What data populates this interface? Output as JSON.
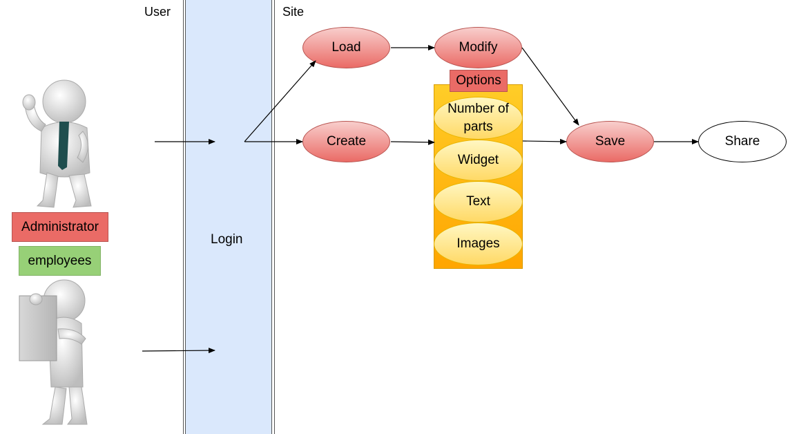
{
  "lanes": {
    "user": "User",
    "site": "Site"
  },
  "actors": {
    "admin_label": "Administrator",
    "employees_label": "employees",
    "admin_color": "#ea6b66",
    "employees_color": "#97d077"
  },
  "login": "Login",
  "nodes": {
    "load": "Load",
    "modify": "Modify",
    "create": "Create",
    "save": "Save",
    "share": "Share"
  },
  "options": {
    "title": "Options",
    "items": [
      "Number of parts",
      "Widget",
      "Text",
      "Images"
    ]
  },
  "colors": {
    "lane": "#dae8fc",
    "action_node": "#ea6b66",
    "options_box": "#ffb570",
    "option_item": "#fff2cc"
  }
}
